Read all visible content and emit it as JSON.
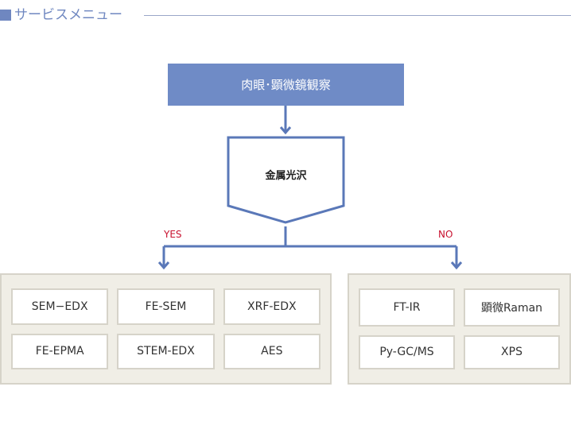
{
  "header": {
    "title": "サービスメニュー"
  },
  "top_box": {
    "label": "肉眼･顕微鏡観察"
  },
  "decision": {
    "label": "金属光沢"
  },
  "branches": {
    "yes": "YES",
    "no": "NO"
  },
  "left_group": {
    "items": [
      "SEM−EDX",
      "FE-SEM",
      "XRF-EDX",
      "FE-EPMA",
      "STEM-EDX",
      "AES"
    ]
  },
  "right_group": {
    "items": [
      "FT-IR",
      "顕微Raman",
      "Py-GC/MS",
      "XPS"
    ]
  },
  "colors": {
    "accent": "#6f8bc6",
    "connector": "#5a78b8",
    "branch_label": "#c8102e",
    "group_background": "#f0eee6",
    "group_border": "#d6d3c9"
  }
}
